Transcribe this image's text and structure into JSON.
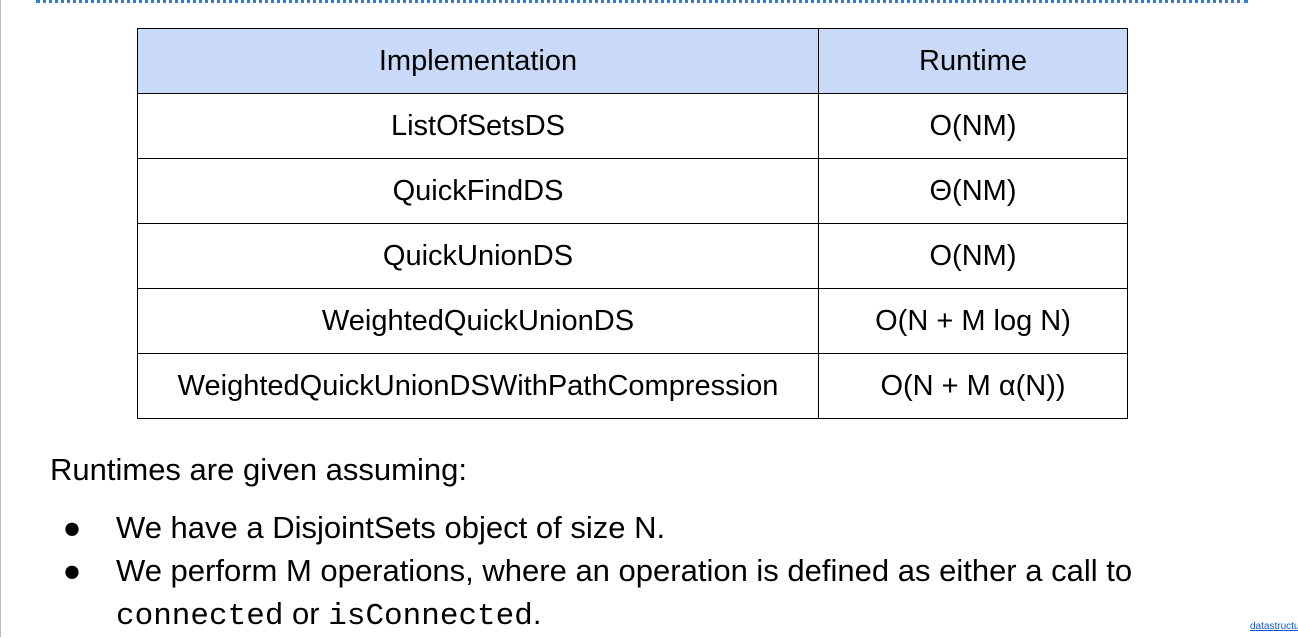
{
  "table": {
    "headers": {
      "implementation": "Implementation",
      "runtime": "Runtime"
    },
    "rows": [
      {
        "implementation": "ListOfSetsDS",
        "runtime": "O(NM)"
      },
      {
        "implementation": "QuickFindDS",
        "runtime": "Θ(NM)"
      },
      {
        "implementation": "QuickUnionDS",
        "runtime": "O(NM)"
      },
      {
        "implementation": "WeightedQuickUnionDS",
        "runtime": "O(N + M log N)"
      },
      {
        "implementation": "WeightedQuickUnionDSWithPathCompression",
        "runtime": "O(N + M α(N))"
      }
    ]
  },
  "assumptions": {
    "heading": "Runtimes are given assuming:",
    "bullet_glyph": "●",
    "item1": "We have a DisjointSets object of size N.",
    "item2": {
      "text_before": "We perform M operations, where an operation is defined as either a call to ",
      "code1": "connected",
      "text_middle": " or ",
      "code2": "isConnected",
      "text_after": "."
    }
  },
  "footer": {
    "link_text": "datastructur.es"
  },
  "colors": {
    "header_fill": "#c9daf8",
    "dotted_rule": "#2f7fd6",
    "link": "#1155cc"
  }
}
